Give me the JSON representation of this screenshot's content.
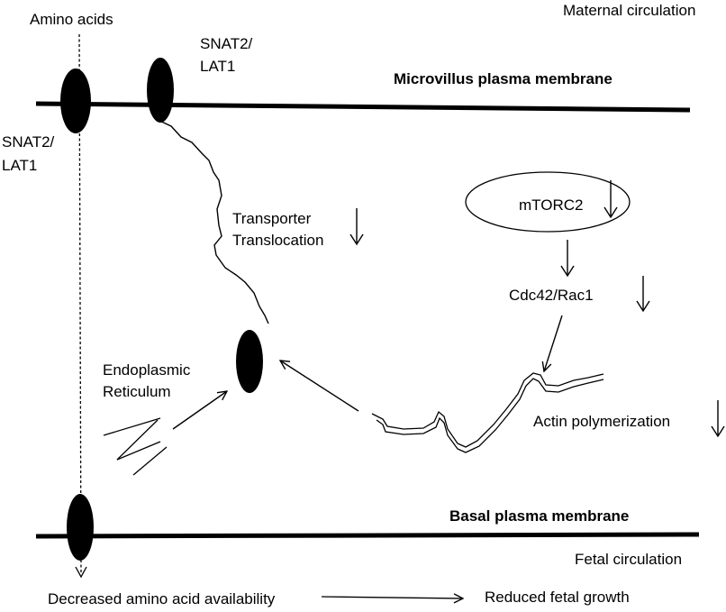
{
  "labels": {
    "amino_acids": "Amino acids",
    "maternal_circulation": "Maternal circulation",
    "snat2_lat1_top_line1": "SNAT2/",
    "snat2_lat1_top_line2": "LAT1",
    "snat2_lat1_left_line1": "SNAT2/",
    "snat2_lat1_left_line2": "LAT1",
    "microvillus_membrane": "Microvillus plasma membrane",
    "transporter_line1": "Transporter",
    "transporter_line2": "Translocation",
    "mtorc2": "mTORC2",
    "cdc42_rac1": "Cdc42/Rac1",
    "er_line1": "Endoplasmic",
    "er_line2": "Reticulum",
    "actin": "Actin polymerization",
    "basal_membrane": "Basal plasma  membrane",
    "fetal_circulation": "Fetal circulation",
    "decreased_aa": "Decreased amino acid availability",
    "reduced_growth": "Reduced fetal growth"
  }
}
